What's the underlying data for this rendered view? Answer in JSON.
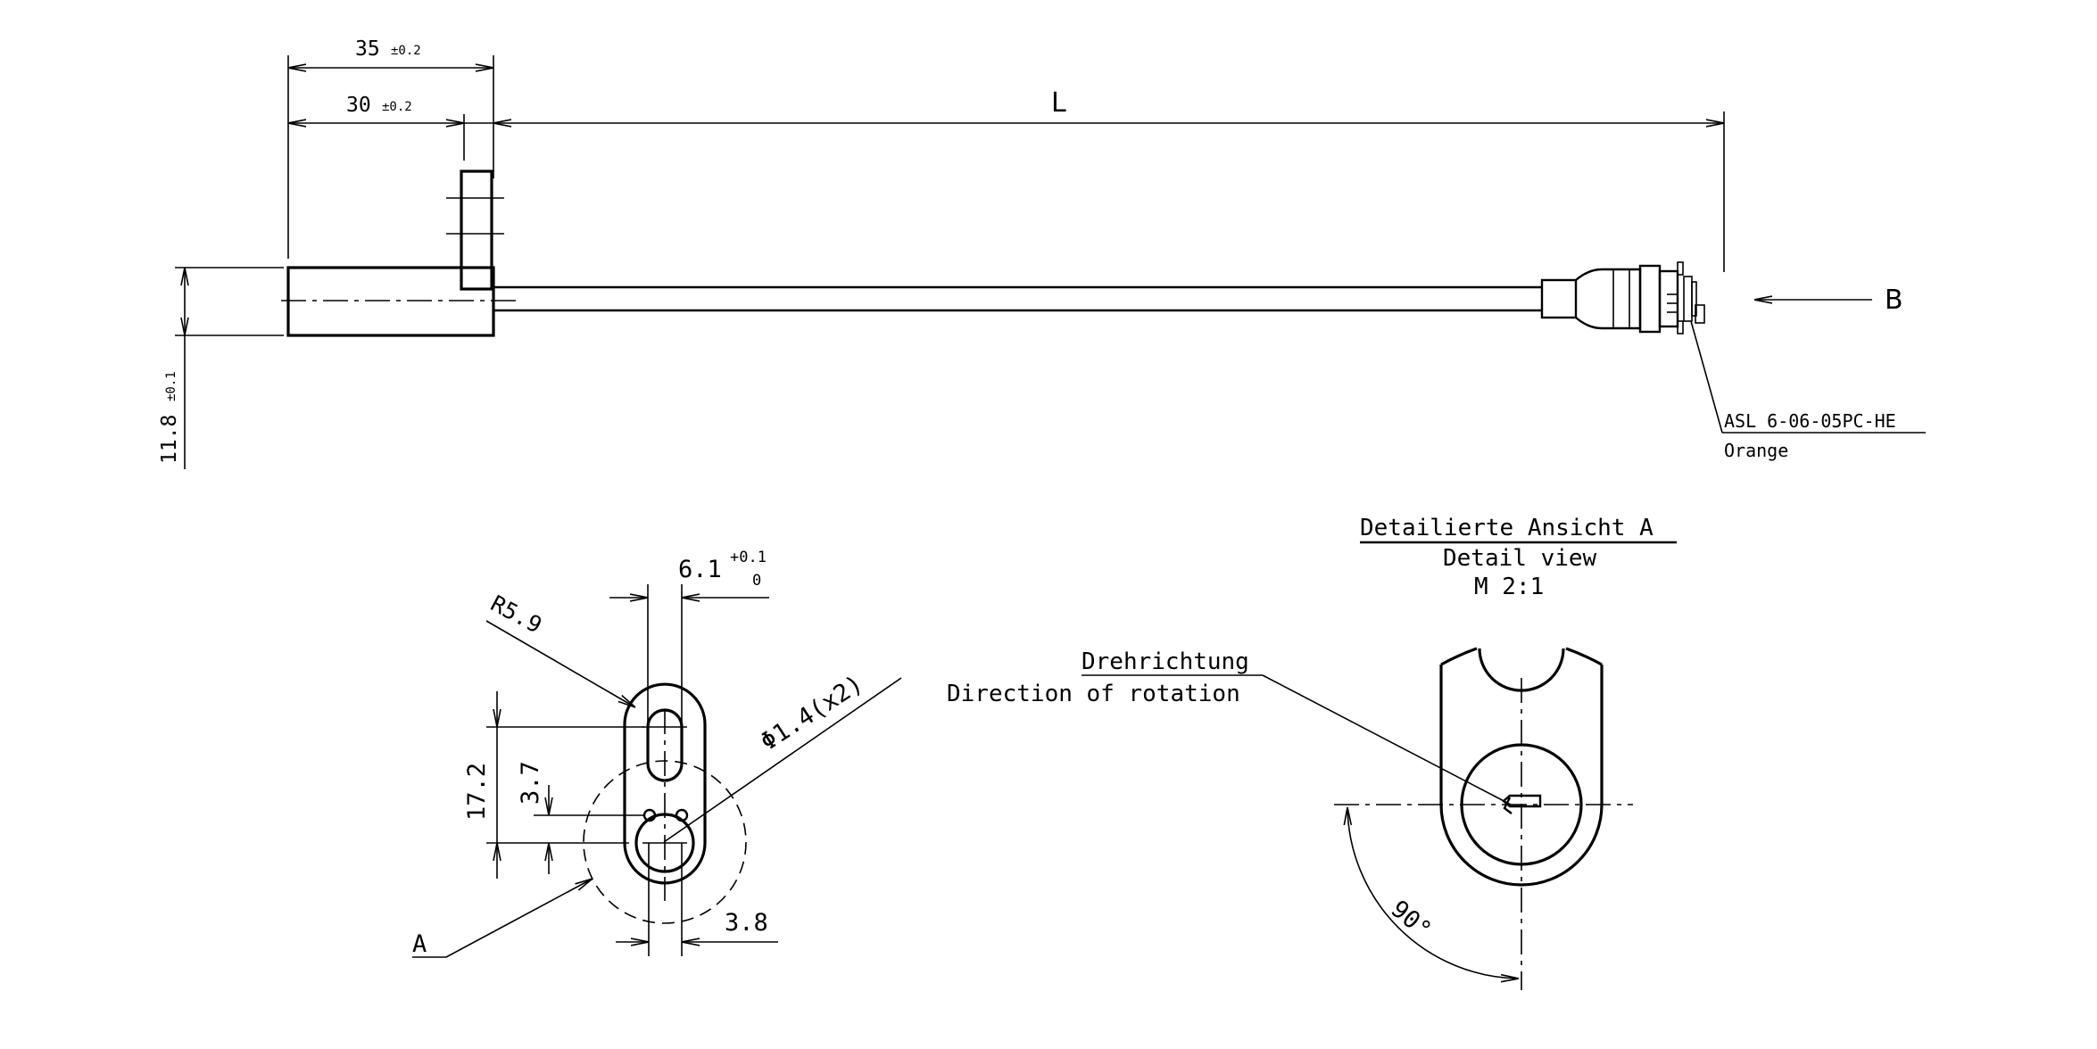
{
  "top_view": {
    "dim_35": "35",
    "dim_35_tol": "±0.2",
    "dim_30": "30",
    "dim_30_tol": "±0.2",
    "dim_L": "L",
    "dim_11_8": "11.8",
    "dim_11_8_tol": "±0.1",
    "arrow_B": "B",
    "connector_part": "ASL 6-06-05PC-HE",
    "connector_color": "Orange"
  },
  "bottom_view": {
    "dim_6_1": "6.1",
    "dim_6_1_tol_upper": "+0.1",
    "dim_6_1_tol_lower": "0",
    "radius": "R5.9",
    "dim_17_2": "17.2",
    "dim_3_7": "3.7",
    "hole": "Φ1.4(x2)",
    "dim_3_8": "3.8",
    "detail_ref": "A"
  },
  "detail_view": {
    "title_de": "Detailierte Ansicht A",
    "title_en": "Detail view",
    "scale": "M  2:1",
    "rotation_de": "Drehrichtung",
    "rotation_en": "Direction of rotation",
    "angle": "90°"
  }
}
